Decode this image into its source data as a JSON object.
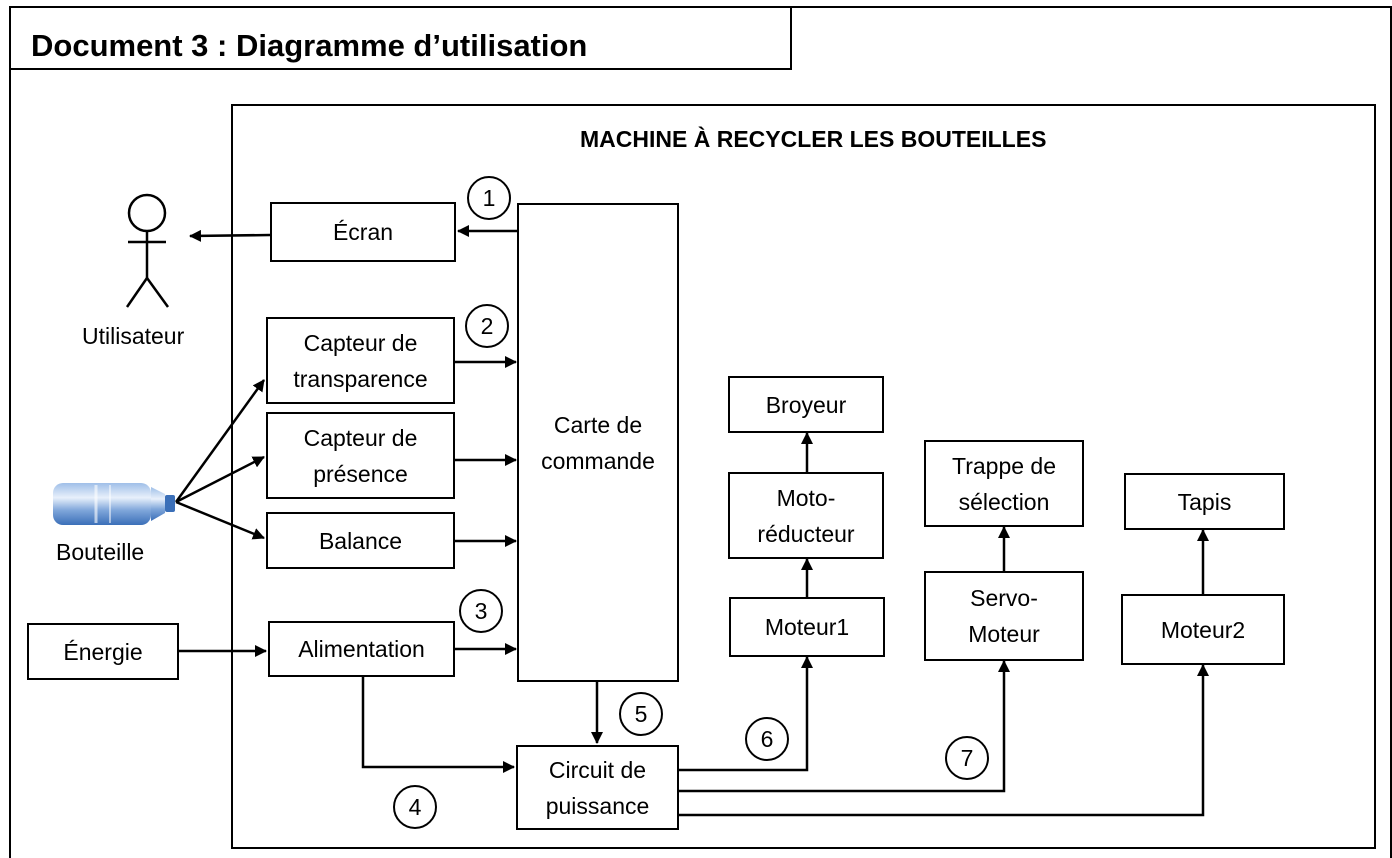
{
  "document": {
    "title": "Document 3 : Diagramme d’utilisation"
  },
  "machine": {
    "title": "MACHINE À RECYCLER LES BOUTEILLES"
  },
  "actors": {
    "user": "Utilisateur",
    "bottle": "Bouteille"
  },
  "blocks": {
    "ecran": "Écran",
    "capteur_transparence": [
      "Capteur de",
      "transparence"
    ],
    "capteur_presence": [
      "Capteur de",
      "présence"
    ],
    "balance": "Balance",
    "energie": "Énergie",
    "alimentation": "Alimentation",
    "carte_commande": [
      "Carte de",
      "commande"
    ],
    "circuit_puissance": [
      "Circuit de",
      "puissance"
    ],
    "broyeur": "Broyeur",
    "moto_reducteur": [
      "Moto-",
      "réducteur"
    ],
    "moteur1": "Moteur1",
    "trappe": [
      "Trappe de",
      "sélection"
    ],
    "servo_moteur": [
      "Servo-",
      "Moteur"
    ],
    "tapis": "Tapis",
    "moteur2": "Moteur2"
  },
  "markers": [
    "1",
    "2",
    "3",
    "4",
    "5",
    "6",
    "7"
  ]
}
